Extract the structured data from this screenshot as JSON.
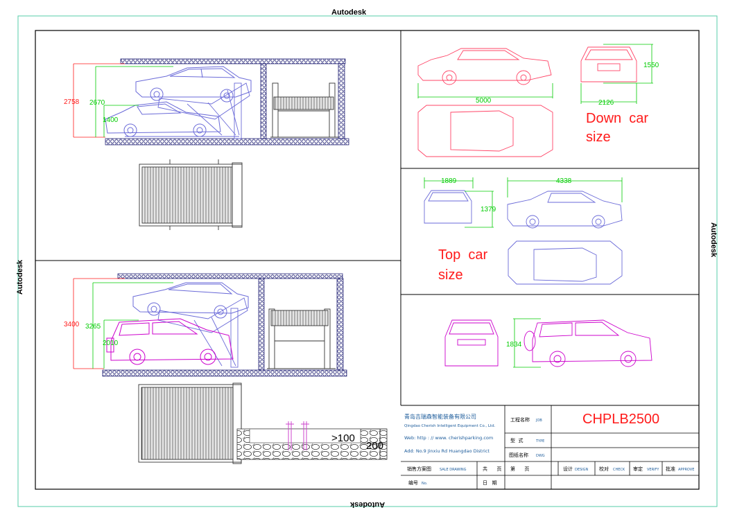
{
  "watermark": "Autodesk",
  "colors": {
    "red": "#ff1a1a",
    "green": "#00cc00",
    "blue": "#2222aa",
    "magenta": "#cc00cc",
    "lavender": "#7070ff",
    "frame": "#55ccaa"
  },
  "left_top": {
    "dim_total": "2758",
    "dim_inner": "2670",
    "dim_lower": "1400"
  },
  "left_bottom": {
    "dim_total": "3400",
    "dim_inner": "3265",
    "dim_lower": "2010"
  },
  "pit": {
    "dim_gt": ">100",
    "dim_depth": "200"
  },
  "down_car": {
    "length": "5000",
    "width": "2126",
    "height": "1550",
    "label_line1": "Down  car",
    "label_line2": "size"
  },
  "top_car": {
    "width": "1889",
    "length": "4338",
    "height": "1379",
    "label_line1": "Top  car",
    "label_line2": "size"
  },
  "suv": {
    "height": "1834"
  },
  "title_block": {
    "company_cn": "青岛吉瑞森智能装备有限公司",
    "company_en": "Qingdao Cherish Intelligent Equipment Co., Ltd.",
    "web": "Web: http : // www. cherishparking.com",
    "addr": "Add: No.9 Jinxiu Rd Huangdao District",
    "job_cn": "工程名称",
    "job_en": "JOB",
    "model": "CHPLB2500",
    "type_cn": "型  式",
    "type_en": "TYPE",
    "dwg_cn": "图纸名称",
    "dwg_en": "DWG",
    "sale_cn": "销售方案图",
    "sale_en": "SALE DRAWING",
    "total_cn": "共      页",
    "page_cn": "第      页",
    "design_cn": "设计",
    "design_en": "DESIGN",
    "check_cn": "校对",
    "check_en": "CHECK",
    "verify_cn": "审定",
    "verify_en": "VERIFY",
    "approve_cn": "批准",
    "approve_en": "APPROVE",
    "no_cn": "编号",
    "no_en": "No.",
    "date_cn": "日   期"
  }
}
